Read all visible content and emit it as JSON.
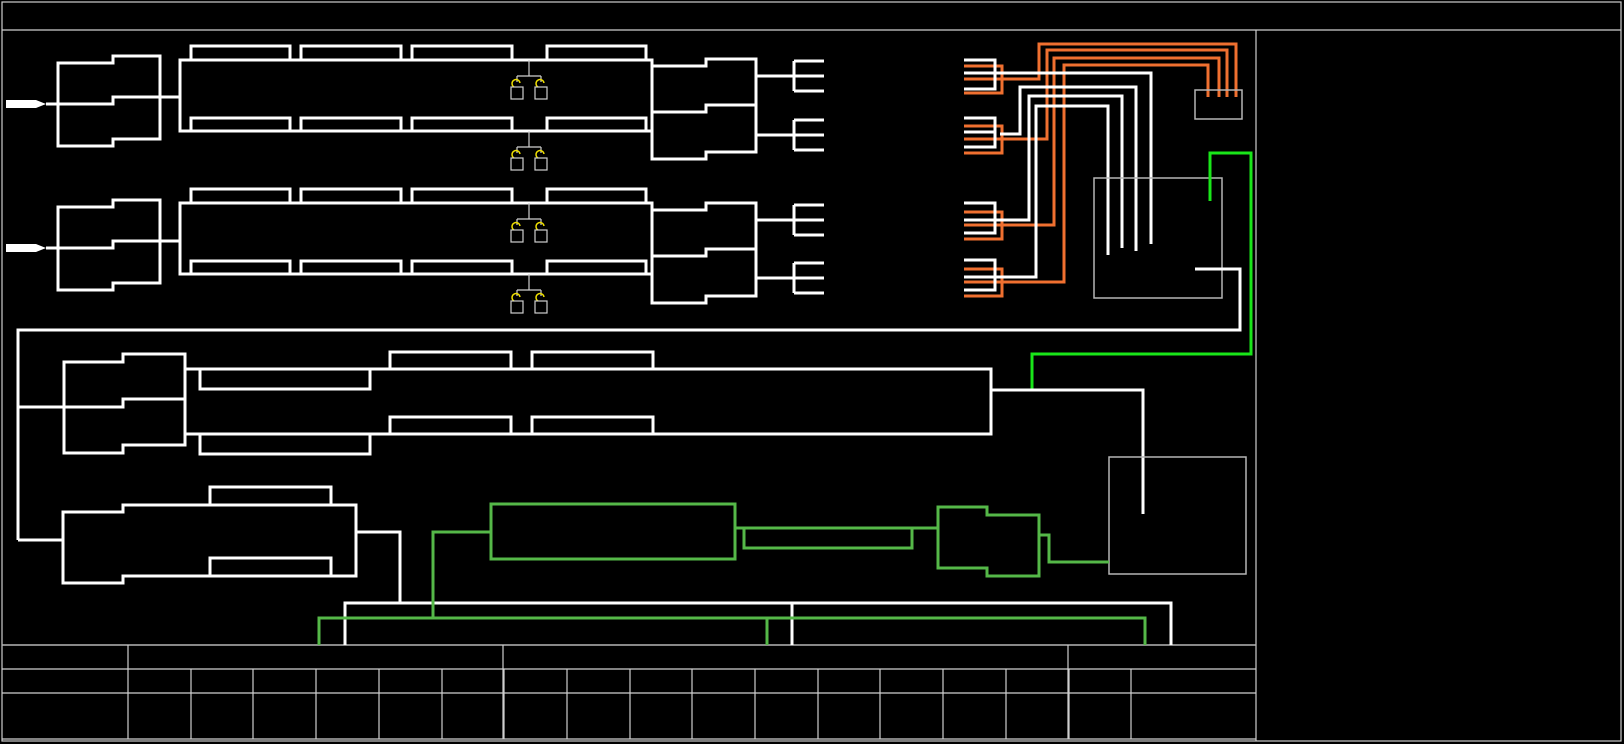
{
  "drawing": {
    "type": "cad-layout",
    "background": "#000000",
    "layers": {
      "outline": "#ffffff",
      "frame": "#cfcfcf",
      "wiring_orange": "#f07030",
      "wiring_green": "#55b848",
      "wiring_bright_green": "#19e619",
      "annotation_yellow": "#f0e000"
    },
    "text": []
  },
  "title_block": {
    "rows": 3,
    "row1_cells": 4,
    "row2_cells": 18,
    "row3_cells": 18,
    "values": []
  },
  "side_panel": {
    "values": []
  }
}
